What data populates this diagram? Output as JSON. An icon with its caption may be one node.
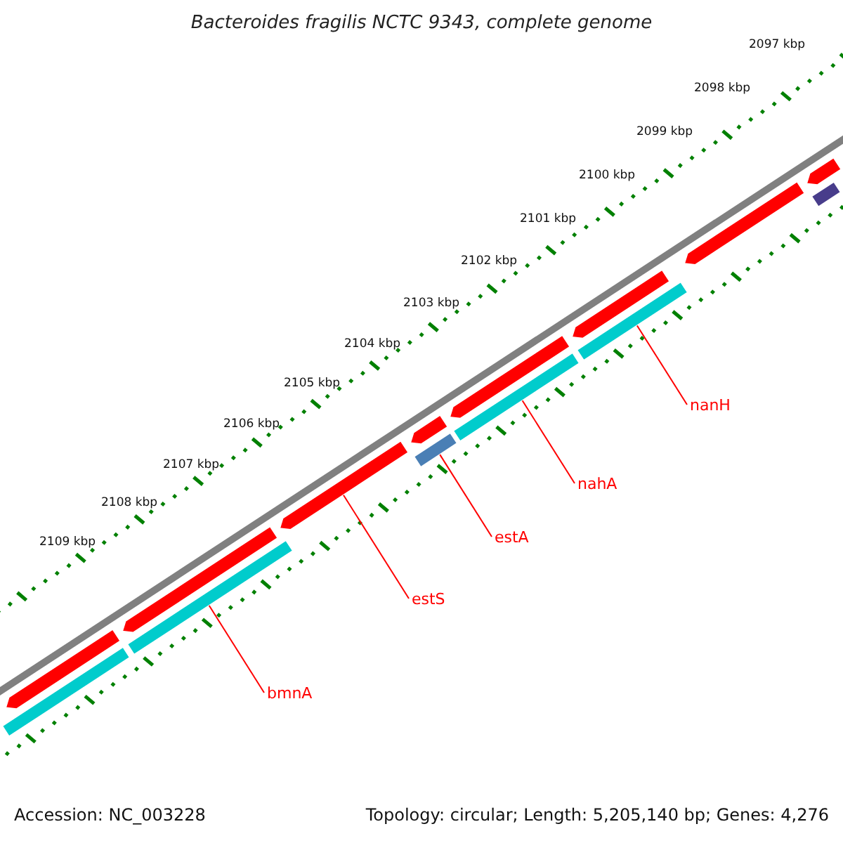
{
  "diagram": {
    "title": "Bacteroides fragilis NCTC 9343, complete genome",
    "nodes": [
      {
        "text": [
          "nanH"
        ]
      },
      {
        "text": [
          "nahA"
        ]
      },
      {
        "text": [
          "estA"
        ]
      },
      {
        "text": [
          "estS"
        ]
      },
      {
        "text": [
          "bmnA"
        ]
      },
      {
        "text": [],
        "shape": "arrow"
      },
      {
        "text": [],
        "shape": "arrow"
      },
      {
        "text": [],
        "shape": "arrow"
      },
      {
        "text": [],
        "shape": "arrow"
      },
      {
        "text": [],
        "shape": "arrow"
      },
      {
        "text": [],
        "shape": "arrow"
      },
      {
        "text": [],
        "shape": "arrow"
      },
      {
        "text": [],
        "shape": "arrow"
      },
      {
        "text": [],
        "shape": "bar"
      },
      {
        "text": [],
        "shape": "bar"
      },
      {
        "text": [],
        "shape": "bar"
      },
      {
        "text": [],
        "shape": "bar"
      },
      {
        "text": [],
        "shape": "bar"
      },
      {
        "text": [],
        "shape": "bar"
      }
    ],
    "edges": [
      {
        "from": 0,
        "to": 17,
        "arrow": "none"
      },
      {
        "from": 1,
        "to": 16,
        "arrow": "none"
      },
      {
        "from": 2,
        "to": 15,
        "arrow": "none"
      },
      {
        "from": 3,
        "to": 7,
        "arrow": "none"
      },
      {
        "from": 4,
        "to": 14,
        "arrow": "none"
      }
    ],
    "labels": [
      "2097 kbp",
      "2098 kbp",
      "2099 kbp",
      "2100 kbp",
      "2101 kbp",
      "2102 kbp",
      "2103 kbp",
      "2104 kbp",
      "2105 kbp",
      "2106 kbp",
      "2107 kbp",
      "2108 kbp",
      "2109 kbp",
      "Accession: NC_003228",
      "Topology: circular; Length: 5,205,140 bp; Genes: 4,276"
    ]
  }
}
